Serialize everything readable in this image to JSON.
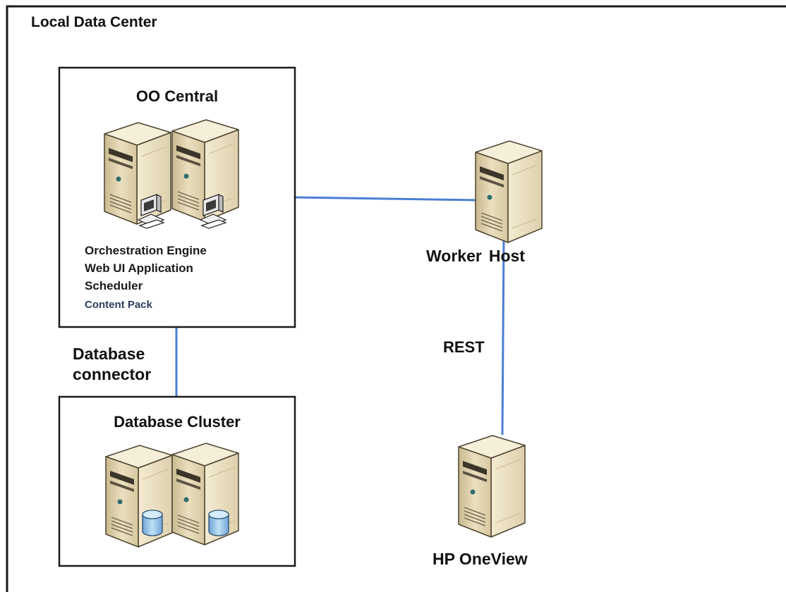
{
  "frame": {
    "title": "Local Data Center"
  },
  "oo_central": {
    "title": "OO Central",
    "components": [
      "Orchestration Engine",
      "Web UI Application",
      "Scheduler",
      "Content Pack"
    ]
  },
  "database_connector": {
    "line1": "Database",
    "line2": "connector"
  },
  "database_cluster": {
    "title": "Database Cluster"
  },
  "worker_host": {
    "word1": "Worker",
    "word2": "Host"
  },
  "rest_link": {
    "label": "REST"
  },
  "hp_oneview": {
    "title": "HP OneView"
  },
  "colors": {
    "connector_line": "#4a7fd4",
    "server_body": "#e4d6b4",
    "server_side": "#a99a78",
    "server_top": "#f1e7cc",
    "db_cylinder": "#9ec9ea",
    "border": "#1a1a1a"
  },
  "icons": [
    "server-icon",
    "workstation-icon",
    "database-icon"
  ]
}
